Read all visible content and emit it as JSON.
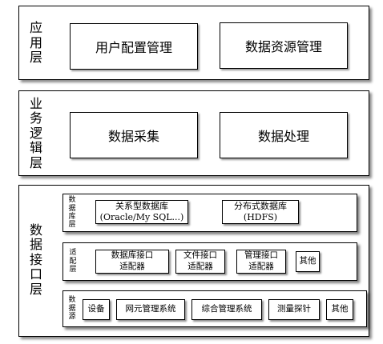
{
  "layers": {
    "application": {
      "label": "应用层",
      "modules": [
        "用户配置管理",
        "数据资源管理"
      ]
    },
    "business": {
      "label": "业务逻辑层",
      "modules": [
        "数据采集",
        "数据处理"
      ]
    },
    "interface": {
      "label": "数据接口层",
      "database_layer": {
        "label": "数据库层",
        "items": [
          {
            "line1": "关系型数据库",
            "line2": "(Oracle/My SQL...)"
          },
          {
            "line1": "分布式数据库",
            "line2": "(HDFS)"
          }
        ]
      },
      "adapter_layer": {
        "label": "适配层",
        "items": [
          {
            "line1": "数据库接口",
            "line2": "适配器"
          },
          {
            "line1": "文件接口",
            "line2": "适配器"
          },
          {
            "line1": "管理接口",
            "line2": "适配器"
          },
          {
            "line1": "其他",
            "line2": ""
          }
        ]
      },
      "source_layer": {
        "label": "数据源",
        "items": [
          "设备",
          "网元管理系统",
          "综合管理系统",
          "测量探针",
          "其他"
        ]
      }
    }
  }
}
